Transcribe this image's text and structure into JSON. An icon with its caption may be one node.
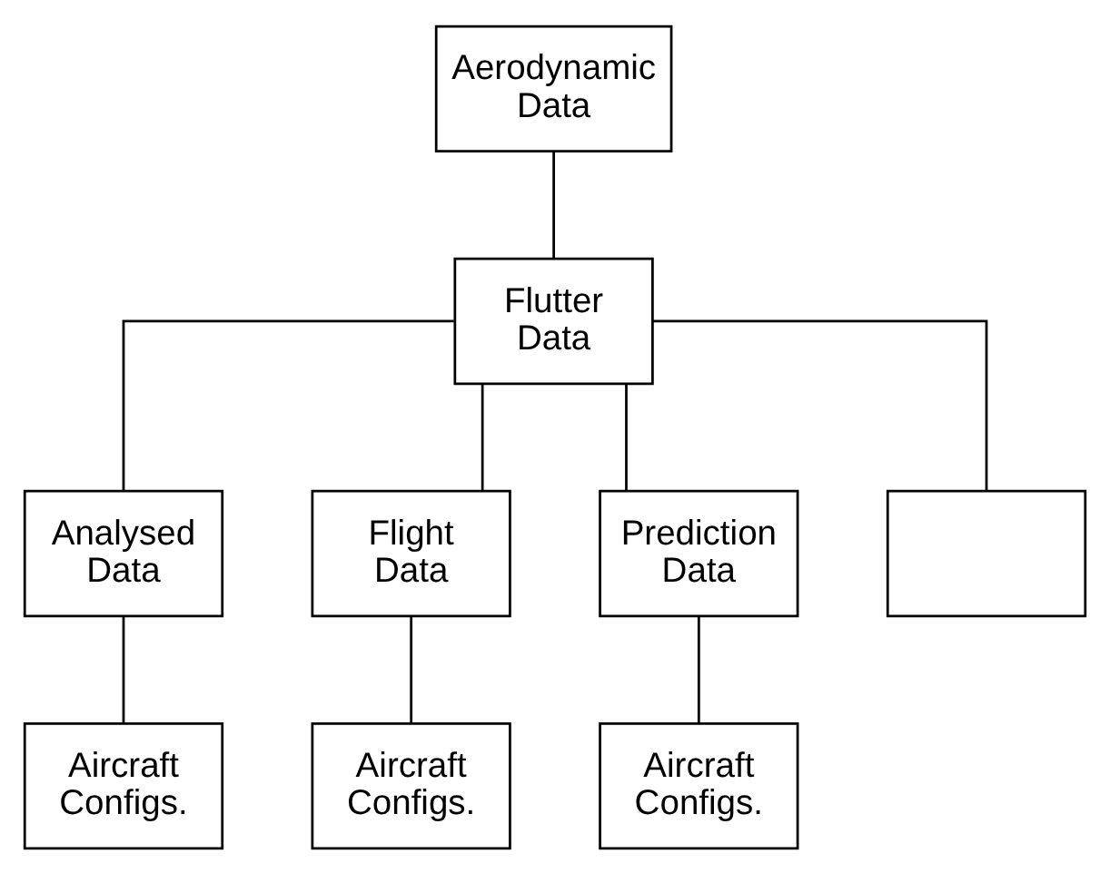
{
  "diagram": {
    "nodes": [
      {
        "text": [
          "Aerodynamic Data"
        ]
      },
      {
        "text": [
          "Flutter Data"
        ]
      },
      {
        "text": [
          "Analysed Data"
        ]
      },
      {
        "text": [
          "Flight Data"
        ]
      },
      {
        "text": [
          "Prediction Data"
        ]
      },
      {
        "text": [],
        "shape": "box"
      },
      {
        "text": [
          "Aircraft Configs."
        ]
      },
      {
        "text": [
          "Aircraft Configs."
        ]
      },
      {
        "text": [
          "Aircraft Configs."
        ]
      }
    ],
    "edges": [
      {
        "from": 0,
        "to": 1,
        "arrow": "none"
      },
      {
        "from": 1,
        "to": 2,
        "arrow": "none"
      },
      {
        "from": 1,
        "to": 3,
        "arrow": "none"
      },
      {
        "from": 1,
        "to": 4,
        "arrow": "none"
      },
      {
        "from": 1,
        "to": 5,
        "arrow": "none"
      },
      {
        "from": 2,
        "to": 6,
        "arrow": "none"
      },
      {
        "from": 3,
        "to": 7,
        "arrow": "none"
      },
      {
        "from": 4,
        "to": 8,
        "arrow": "none"
      }
    ]
  }
}
